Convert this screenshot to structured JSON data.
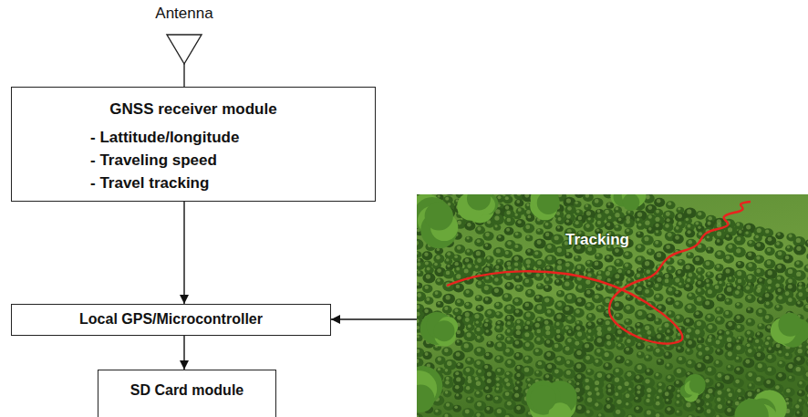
{
  "diagram": {
    "nodes": [
      {
        "text": [
          "GNSS receiver module",
          "- Lattitude/longitude",
          "- Traveling speed",
          "- Travel tracking"
        ]
      },
      {
        "text": [
          "Local GPS/Microcontroller"
        ]
      },
      {
        "text": [
          "SD Card module"
        ]
      },
      {
        "text": [
          "Tracking"
        ]
      }
    ],
    "edges": [
      {
        "from": 0,
        "to": 1,
        "arrow": "to"
      },
      {
        "from": 1,
        "to": 2,
        "arrow": "to"
      },
      {
        "from": 3,
        "to": 1,
        "arrow": "to"
      }
    ],
    "labels": [
      "Antenna"
    ]
  }
}
